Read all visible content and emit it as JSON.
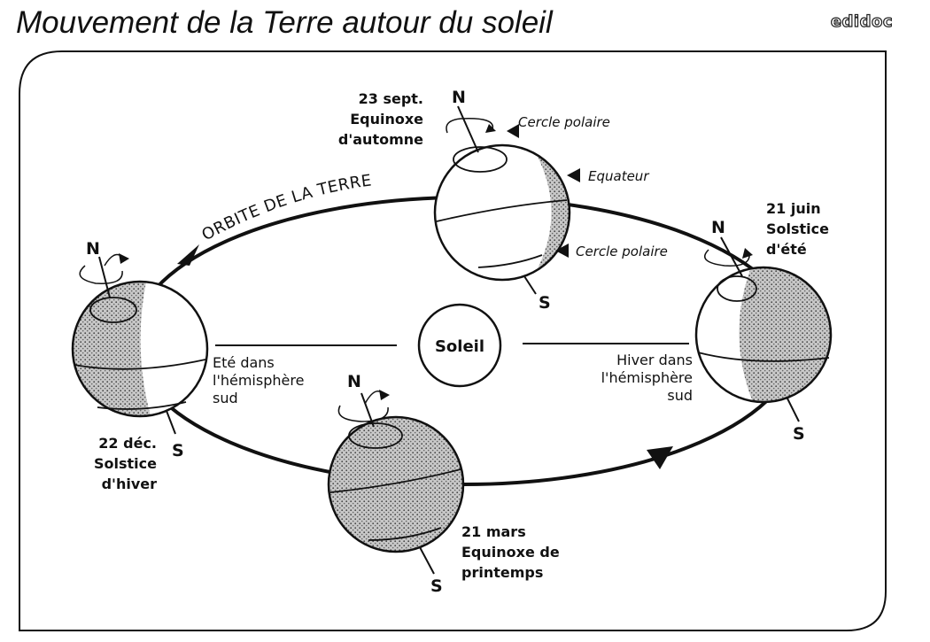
{
  "title": "Mouvement de la Terre autour du soleil",
  "logo": "edidoc",
  "orbit_label": "ORBITE DE LA TERRE",
  "sun_label": "Soleil",
  "pole_north": "N",
  "pole_south": "S",
  "labels": {
    "equator": "Equateur",
    "polar_circle": "Cercle polaire"
  },
  "positions": {
    "autumn": {
      "line1": "23 sept.",
      "line2": "Equinoxe",
      "line3": "d'automne"
    },
    "summer": {
      "line1": "21 juin",
      "line2": "Solstice",
      "line3": "d'été"
    },
    "winter": {
      "line1": "22 déc.",
      "line2": "Solstice",
      "line3": "d'hiver"
    },
    "spring": {
      "line1": "21 mars",
      "line2": "Equinoxe de",
      "line3": "printemps"
    }
  },
  "seasons_south": {
    "left": {
      "line1": "Eté dans",
      "line2": "l'hémisphère",
      "line3": "sud"
    },
    "right": {
      "line1": "Hiver dans",
      "line2": "l'hémisphère",
      "line3": "sud"
    }
  },
  "colors": {
    "ink": "#111111",
    "background": "#ffffff"
  }
}
